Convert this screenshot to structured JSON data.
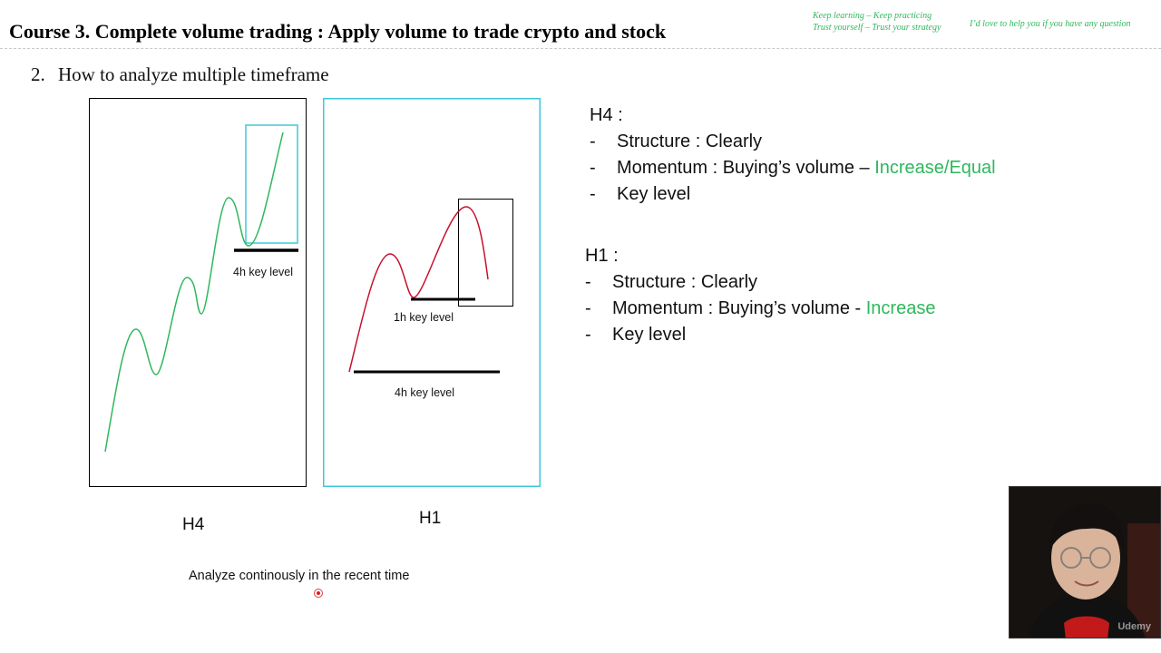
{
  "header": {
    "title": "Course 3. Complete volume trading : Apply volume to trade crypto and stock",
    "motto_line1": "Keep learning – Keep practicing",
    "motto_line2": "Trust yourself – Trust your strategy",
    "help_note": "I’d love to help you if you have any question"
  },
  "section": {
    "number": "2.",
    "title": "How to analyze multiple timeframe"
  },
  "diagram": {
    "h4_panel": {
      "label": "H4",
      "key_level_label": "4h key level",
      "line_color": "#2eb85c",
      "highlight_color": "#3ec8d8"
    },
    "h1_panel": {
      "label": "H1",
      "key_level_1h_label": "1h key level",
      "key_level_4h_label": "4h key level",
      "line_color": "#c8102e",
      "border_color": "#3ec8d8"
    },
    "footer_note": "Analyze continously in the recent time"
  },
  "notes": {
    "h4": {
      "heading": "H4 :",
      "items": [
        {
          "text": "Structure : Clearly",
          "highlight": ""
        },
        {
          "text": "Momentum : Buying’s volume – ",
          "highlight": "Increase/Equal"
        },
        {
          "text": "Key level",
          "highlight": ""
        }
      ]
    },
    "h1": {
      "heading": "H1 :",
      "items": [
        {
          "text": "Structure : Clearly",
          "highlight": ""
        },
        {
          "text": "Momentum : Buying’s volume - ",
          "highlight": "Increase"
        },
        {
          "text": "Key level",
          "highlight": ""
        }
      ]
    },
    "dash": "-"
  },
  "webcam": {
    "brand": "Udemy"
  },
  "colors": {
    "accent_green": "#2eb85c",
    "cyan": "#3ec8d8",
    "red_line": "#c8102e"
  }
}
